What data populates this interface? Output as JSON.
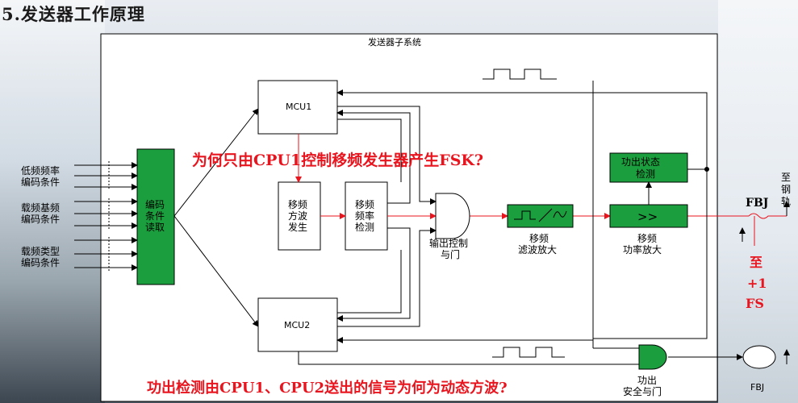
{
  "title": "5.发送器工作原理",
  "system_label": "发送器子系统",
  "inputs": [
    {
      "line1": "低频频率",
      "line2": "编码条件"
    },
    {
      "line1": "载频基频",
      "line2": "编码条件"
    },
    {
      "line1": "载频类型",
      "line2": "编码条件"
    }
  ],
  "blocks": {
    "reader": [
      "编码",
      "条件",
      "读取"
    ],
    "mcu1": "MCU1",
    "mcu2": "MCU2",
    "fsk": [
      "移频",
      "方波",
      "发生"
    ],
    "freq_detect": [
      "移频",
      "频率",
      "检测"
    ],
    "gate": [
      "输出控制",
      "与门"
    ],
    "filter": [
      "移频",
      "滤波放大"
    ],
    "power_amp": [
      "移频",
      "功率放大"
    ],
    "status_detect": [
      "功出状态",
      "检测"
    ],
    "safety_gate": [
      "功出",
      "安全与门"
    ],
    "fbj_label": "FBJ",
    "fbj_bottom": "FBJ",
    "to_rail": [
      "至",
      "钢",
      "轨"
    ],
    "to_fs": [
      "至",
      "+1",
      "FS"
    ]
  },
  "questions": {
    "q1": "为何只由CPU1控制移频发生器产生FSK?",
    "q2": "功出检测由CPU1、CPU2送出的信号为何为动态方波?"
  },
  "colors": {
    "block_green": "#1b9e3e",
    "accent_red": "#e8141e",
    "line": "#000000"
  }
}
